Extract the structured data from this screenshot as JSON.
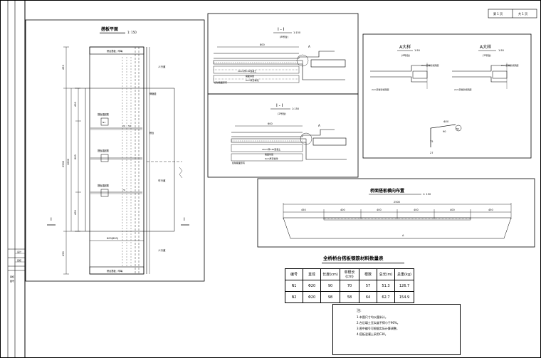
{
  "title_block": {
    "sheet_no": "第 1 页",
    "total": "共 1 页"
  },
  "plan": {
    "title": "搭板平面",
    "scale": "1: 150",
    "top_band": "桥台搭板 / 车每",
    "bottom_band": "桥台搭板 / 车每",
    "section_mark": "I",
    "road_dir_1": "人行道",
    "road_dir_2": "车行道",
    "road_dir_3": "人行道",
    "dim_total": "2500",
    "dim_inner": "1600",
    "dim_400a": "400",
    "dim_600": "600",
    "dim_400b": "400",
    "dim_450a": "450",
    "dim_450b": "450",
    "bottom_dim": "600(800)",
    "joint": "伸缩缝",
    "pier": "桥台",
    "anchor_1": "搭板锚固筋",
    "anchor_2": "搭板锚固筋",
    "anchor_3": "搭板锚固筋",
    "bar_label": "N1",
    "small_20": "20",
    "small_50": "50",
    "small_70": "70"
  },
  "sec1": {
    "title": "I - I",
    "subtitle": "(8号台)",
    "scale": "1:150",
    "dim": "800",
    "label_a": "A",
    "layer1": "20cm厚C30混凝土",
    "layer2": "路面基层",
    "layer3": "6cm厚沥青砼",
    "note": "挖除路面原有"
  },
  "sec2": {
    "title": "I - I",
    "subtitle": "(2号台)",
    "scale": "1:150",
    "dim": "600",
    "label_a": "A",
    "layer1": "20cm厚C30混凝土",
    "layer2": "路面基层",
    "layer3": "6cm厚沥青砼",
    "note": "挖除路面原有"
  },
  "detail_a1": {
    "title": "A大样",
    "scale": "1:50",
    "subtitle": "(8号台)",
    "note1": "2cm沥青砂浆隔层",
    "note2": "2cm沥青砂浆隔层"
  },
  "detail_a2": {
    "title": "A大样",
    "scale": "1:50",
    "subtitle": "(2号台)",
    "note1": "2cm沥青砂浆隔层",
    "note2": "2cm沥青砂浆隔层"
  },
  "bar_detail": {
    "dia": "Φ20",
    "len": "90",
    "h": "75",
    "w": "27",
    "id": "N2"
  },
  "cross": {
    "title": "桥面搭板横向布置",
    "scale": "1: 150",
    "total": "2500",
    "segs": [
      "450",
      "400",
      "400",
      "400",
      "400",
      "450"
    ],
    "label_a": "A"
  },
  "table": {
    "title": "全桥桥台搭板钢筋材料数量表",
    "headers": [
      "编号",
      "直径",
      "长度(cm)",
      "单根长(cm)",
      "根数",
      "总长(m)",
      "总重(kg)"
    ],
    "rows": [
      [
        "N1",
        "Φ20",
        "90",
        "70",
        "57",
        "51.3",
        "126.7"
      ],
      [
        "N2",
        "Φ20",
        "98",
        "58",
        "64",
        "62.7",
        "154.9"
      ]
    ]
  },
  "notes": {
    "title": "注:",
    "items": [
      "1.本图尺寸均以厘米计。",
      "2.台后填土压实度不得小于96%。",
      "3.图中编号可根据实际计算调整。",
      "4.搭板混凝土采用C30。"
    ]
  },
  "left_strip": {
    "l1": "设计",
    "l2": "复核",
    "l3": "审核",
    "l4": "图号"
  }
}
